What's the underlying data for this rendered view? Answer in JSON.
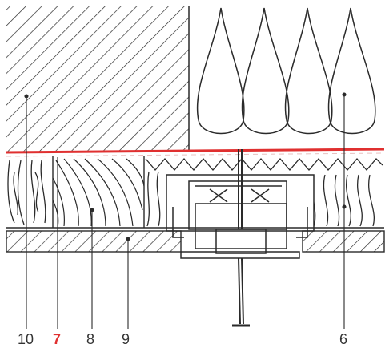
{
  "callouts": [
    {
      "id": "c10",
      "label": "10"
    },
    {
      "id": "c7",
      "label": "7",
      "highlight": true
    },
    {
      "id": "c8",
      "label": "8"
    },
    {
      "id": "c9",
      "label": "9"
    },
    {
      "id": "c6",
      "label": "6"
    }
  ],
  "colors": {
    "line": "#2a2a2a",
    "highlight": "#e03030",
    "label": "#333333",
    "background": "#ffffff"
  }
}
